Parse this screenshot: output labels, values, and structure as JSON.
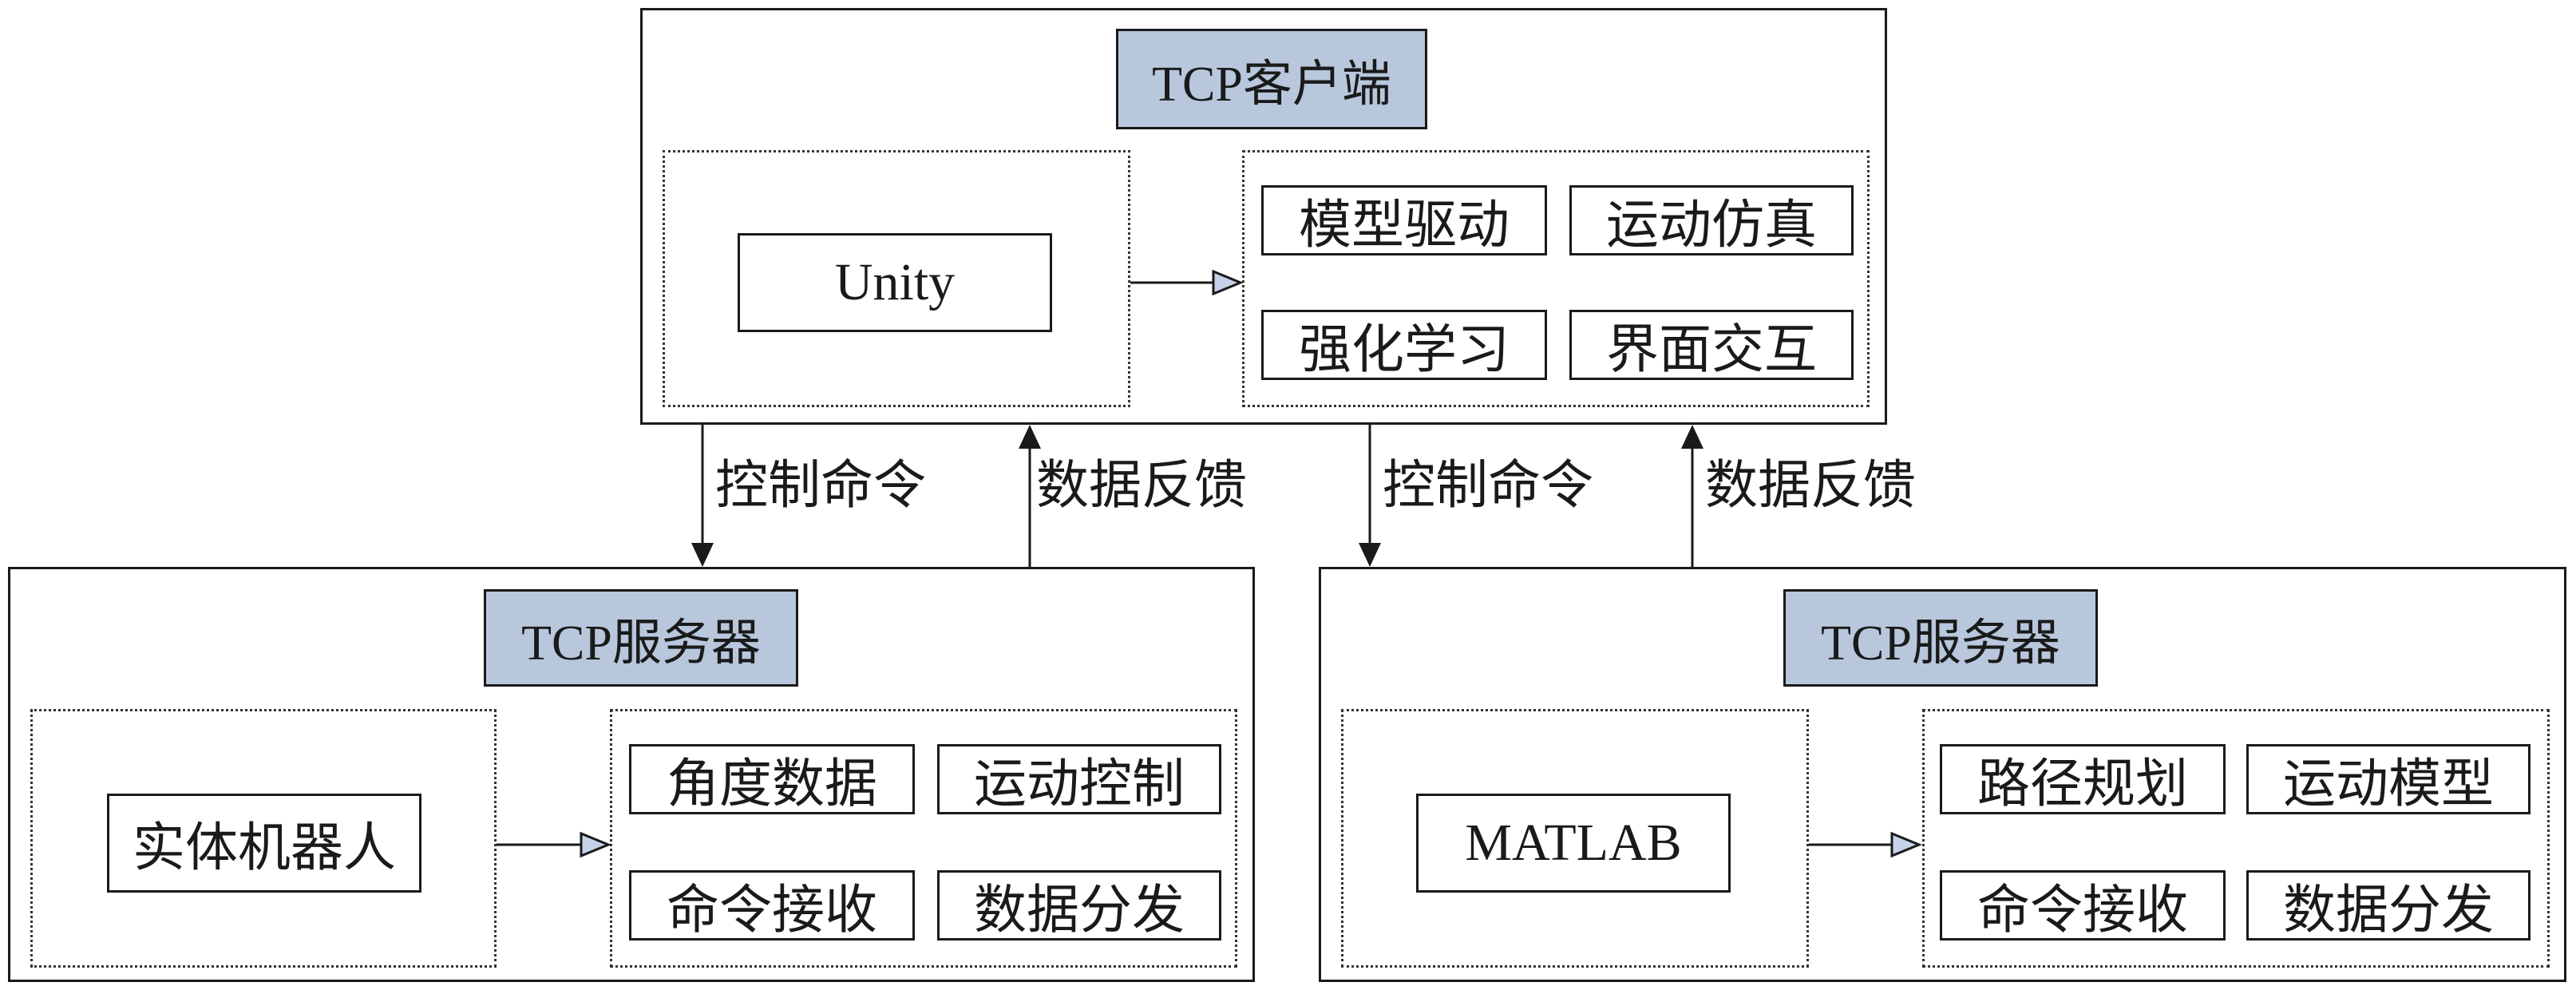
{
  "client": {
    "title": "TCP客户端",
    "platform": "Unity",
    "functions": [
      "模型驱动",
      "运动仿真",
      "强化学习",
      "界面交互"
    ]
  },
  "server_left": {
    "title": "TCP服务器",
    "platform": "实体机器人",
    "functions": [
      "角度数据",
      "运动控制",
      "命令接收",
      "数据分发"
    ]
  },
  "server_right": {
    "title": "TCP服务器",
    "platform": "MATLAB",
    "functions": [
      "路径规划",
      "运动模型",
      "命令接收",
      "数据分发"
    ]
  },
  "links": {
    "left_down": "控制命令",
    "left_up": "数据反馈",
    "right_down": "控制命令",
    "right_up": "数据反馈"
  },
  "colors": {
    "title_fill": "#b8c7dc",
    "border": "#1a1a1a",
    "arrowhead_fill": "#c5d3e8"
  }
}
